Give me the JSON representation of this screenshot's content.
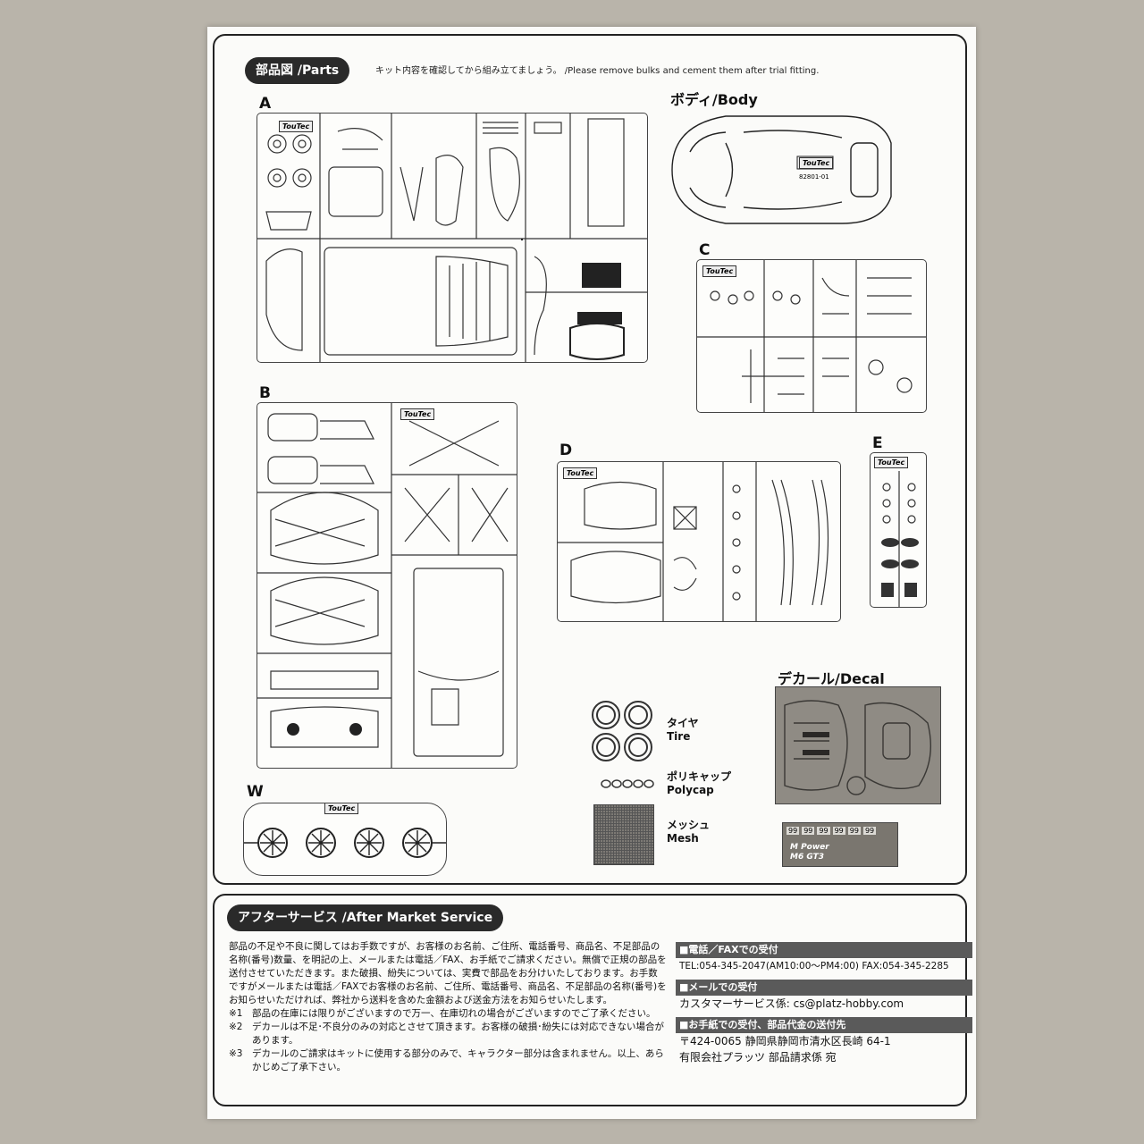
{
  "parts": {
    "heading": "部品図 /Parts",
    "note": "キット内容を確認してから組み立てましょう。 /Please remove bulks and cement them after trial fitting.",
    "runners": [
      "A",
      "B",
      "C",
      "D",
      "E",
      "W"
    ],
    "brand_tag": "TouTec",
    "body_title": "ボディ/Body",
    "body_code": "82801-01",
    "decal_title": "デカール/Decal",
    "tire": {
      "jp": "タイヤ",
      "en": "Tire"
    },
    "polycap": {
      "jp": "ポリキャップ",
      "en": "Polycap"
    },
    "mesh": {
      "jp": "メッシュ",
      "en": "Mesh"
    },
    "decal_numbers": [
      "99",
      "99",
      "99",
      "99",
      "99",
      "99"
    ],
    "decal_logo": "M Power",
    "decal_model": "M6 GT3"
  },
  "service": {
    "heading": "アフターサービス /After Market Service",
    "body": "部品の不足や不良に関してはお手数ですが、お客様のお名前、ご住所、電話番号、商品名、不足部品の名称(番号)数量、を明記の上、メールまたは電話／FAX、お手紙でご請求ください。無償で正規の部品を送付させていただきます。また破損、紛失については、実費で部品をお分けいたしております。お手数ですがメールまたは電話／FAXでお客様のお名前、ご住所、電話番号、商品名、不足部品の名称(番号)をお知らせいただければ、弊社から送料を含めた金額および送金方法をお知らせいたします。",
    "notes": [
      {
        "mark": "※1",
        "text": "部品の在庫には限りがございますので万一、在庫切れの場合がございますのでご了承ください。"
      },
      {
        "mark": "※2",
        "text": "デカールは不足･不良分のみの対応とさせて頂きます。お客様の破損･紛失には対応できない場合があります。"
      },
      {
        "mark": "※3",
        "text": "デカールのご請求はキットに使用する部分のみで、キャラクター部分は含まれません。以上、あらかじめご了承下さい。"
      }
    ],
    "phone_header": "■電話／FAXでの受付",
    "phone_line": "TEL:054-345-2047(AM10:00〜PM4:00) FAX:054-345-2285",
    "mail_header": "■メールでの受付",
    "mail_line": "カスタマーサービス係: cs@platz-hobby.com",
    "letter_header": "■お手紙での受付、部品代金の送付先",
    "address": "〒424-0065  静岡県静岡市清水区長崎 64-1",
    "recipient": "有限会社プラッツ  部品請求係 宛"
  }
}
